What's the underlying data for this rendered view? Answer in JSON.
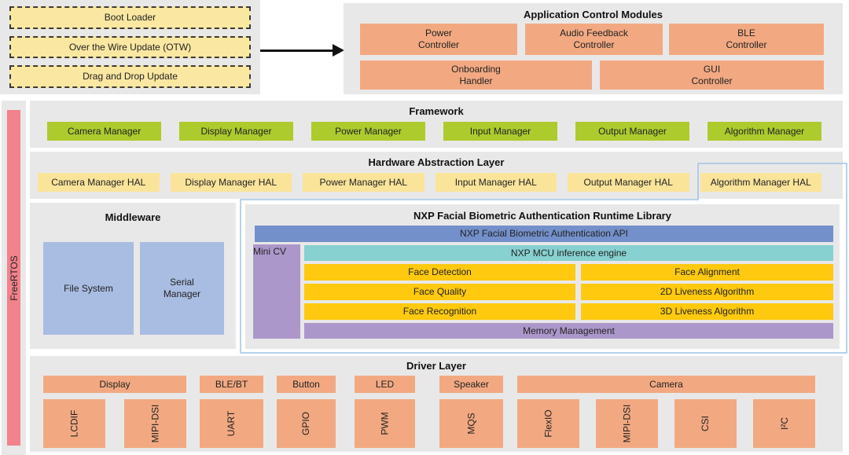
{
  "colors": {
    "panel_gray": "#E9E8E8",
    "update_yellow": "#FAE7A1",
    "module_orange": "#F2A982",
    "framework_green": "#ADCB2D",
    "hal_yellow": "#FAE49A",
    "middleware_blue": "#A9BCE2",
    "api_blue": "#7390CB",
    "inference_teal": "#87D1D0",
    "algo_gold": "#FEC90E",
    "purple": "#AC97CA",
    "freertos_pink": "#F2828B",
    "highlight_outline_blue": "#9DC3E6"
  },
  "boot": {
    "items": [
      "Boot Loader",
      "Over the Wire Update (OTW)",
      "Drag and Drop Update"
    ]
  },
  "app_control": {
    "title": "Application Control Modules",
    "row1": [
      "Power\nController",
      "Audio Feedback\nController",
      "BLE\nController"
    ],
    "row2": [
      "Onboarding\nHandler",
      "GUI\nController"
    ]
  },
  "framework": {
    "title": "Framework",
    "items": [
      "Camera Manager",
      "Display Manager",
      "Power Manager",
      "Input Manager",
      "Output Manager",
      "Algorithm Manager"
    ]
  },
  "hal": {
    "title": "Hardware Abstraction Layer",
    "items": [
      "Camera Manager HAL",
      "Display Manager HAL",
      "Power Manager HAL",
      "Input Manager HAL",
      "Output Manager HAL",
      "Algorithm Manager HAL"
    ]
  },
  "middleware": {
    "title": "Middleware",
    "items": [
      "File System",
      "Serial\nManager"
    ]
  },
  "freertos": {
    "label": "FreeRTOS"
  },
  "runtime": {
    "title": "NXP Facial Biometric Authentication Runtime Library",
    "api": "NXP Facial Biometric Authentication API",
    "mini_cv": "Mini CV",
    "inference": "NXP MCU inference engine",
    "algos": [
      [
        "Face Detection",
        "Face Alignment"
      ],
      [
        "Face Quality",
        "2D Liveness Algorithm"
      ],
      [
        "Face Recognition",
        "3D Liveness Algorithm"
      ]
    ],
    "memory": "Memory Management"
  },
  "driver": {
    "title": "Driver Layer",
    "groups": [
      {
        "header": "Display",
        "drivers": [
          "LCDIF",
          "MIPI-DSI"
        ]
      },
      {
        "header": "BLE/BT",
        "drivers": [
          "UART"
        ]
      },
      {
        "header": "Button",
        "drivers": [
          "GPIO"
        ]
      },
      {
        "header": "LED",
        "drivers": [
          "PWM"
        ]
      },
      {
        "header": "Speaker",
        "drivers": [
          "MQS"
        ]
      },
      {
        "header": "Camera",
        "drivers": [
          "FlexIO",
          "MIPI-DSI",
          "CSI",
          "I²C"
        ]
      }
    ]
  }
}
